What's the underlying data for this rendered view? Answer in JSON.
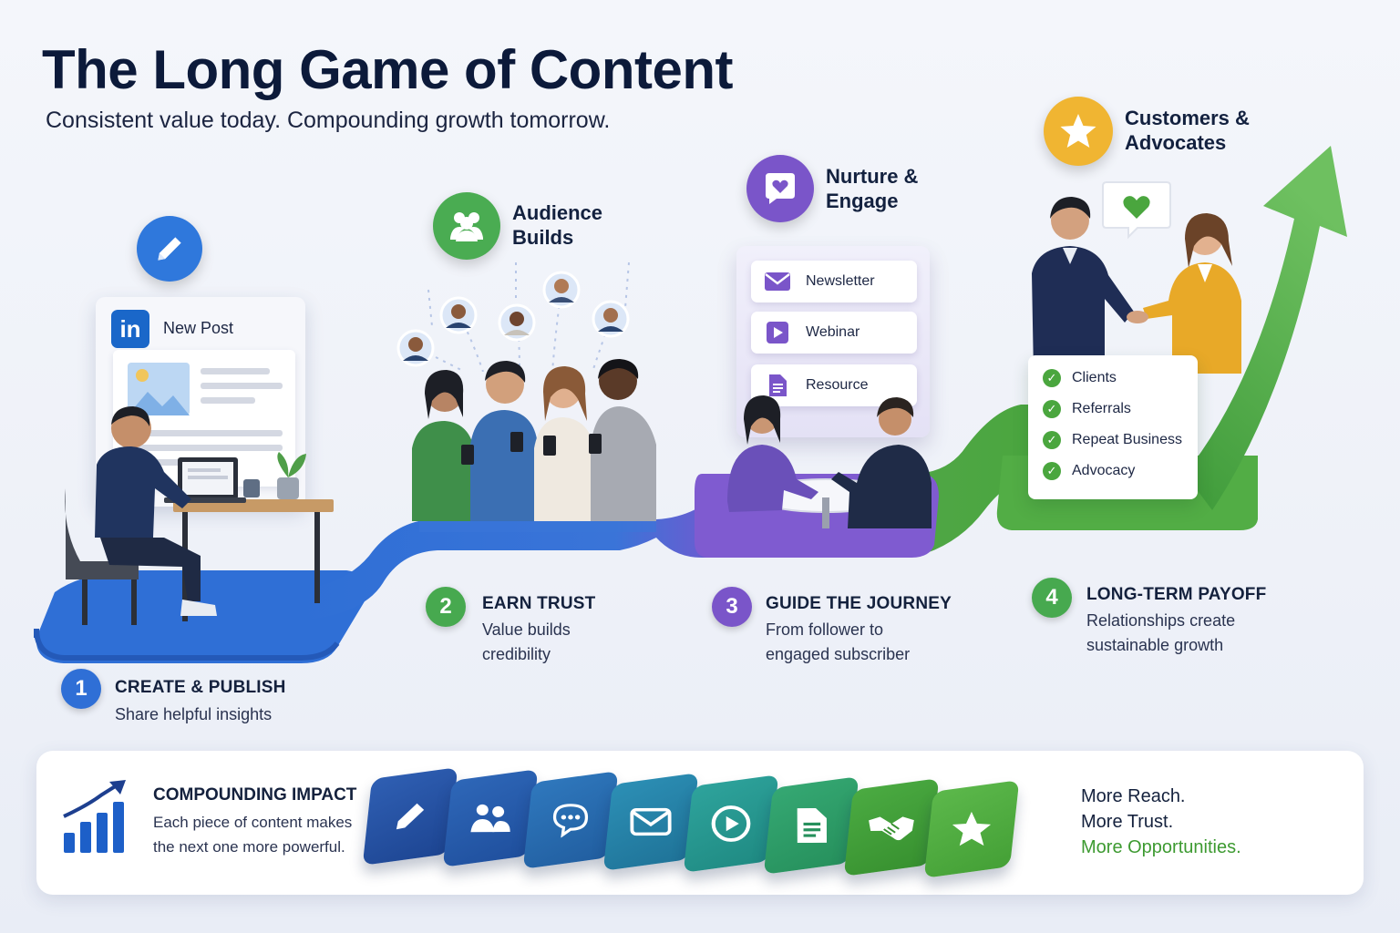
{
  "header": {
    "title": "The Long Game of Content",
    "subtitle": "Consistent value today. Compounding growth tomorrow."
  },
  "colors": {
    "blue": "#2f6fd6",
    "green_badge": "#47a94f",
    "purple": "#7a55c9",
    "gold": "#f0b532",
    "green": "#4aa63e"
  },
  "post": {
    "title": "New Post",
    "logo": "in",
    "icon": "pencil-icon"
  },
  "audience": {
    "title_line1": "Audience",
    "title_line2": "Builds",
    "icon": "people-icon"
  },
  "nurture": {
    "title_line1": "Nurture &",
    "title_line2": "Engage",
    "icon": "heart-chat-icon",
    "items": [
      {
        "label": "Newsletter",
        "icon": "mail-icon"
      },
      {
        "label": "Webinar",
        "icon": "play-icon"
      },
      {
        "label": "Resource",
        "icon": "document-icon"
      }
    ]
  },
  "customers": {
    "title_line1": "Customers &",
    "title_line2": "Advocates",
    "icon": "star-icon",
    "checklist": [
      "Clients",
      "Referrals",
      "Repeat Business",
      "Advocacy"
    ]
  },
  "steps": [
    {
      "num": "1",
      "head": "CREATE & PUBLISH",
      "desc1": "Share helpful insights",
      "desc2": ""
    },
    {
      "num": "2",
      "head": "EARN TRUST",
      "desc1": "Value builds",
      "desc2": "credibility"
    },
    {
      "num": "3",
      "head": "GUIDE THE JOURNEY",
      "desc1": "From follower to",
      "desc2": "engaged subscriber"
    },
    {
      "num": "4",
      "head": "LONG-TERM PAYOFF",
      "desc1": "Relationships create",
      "desc2": "sustainable growth"
    }
  ],
  "impact": {
    "title": "COMPOUNDING IMPACT",
    "desc1": "Each piece of content makes",
    "desc2": "the next one more powerful.",
    "tiles": [
      "pencil-icon",
      "people-icon",
      "chat-icon",
      "mail-icon",
      "play-icon",
      "document-icon",
      "handshake-icon",
      "star-icon"
    ],
    "reach1": "More Reach.",
    "reach2": "More Trust.",
    "reach3": "More Opportunities."
  }
}
